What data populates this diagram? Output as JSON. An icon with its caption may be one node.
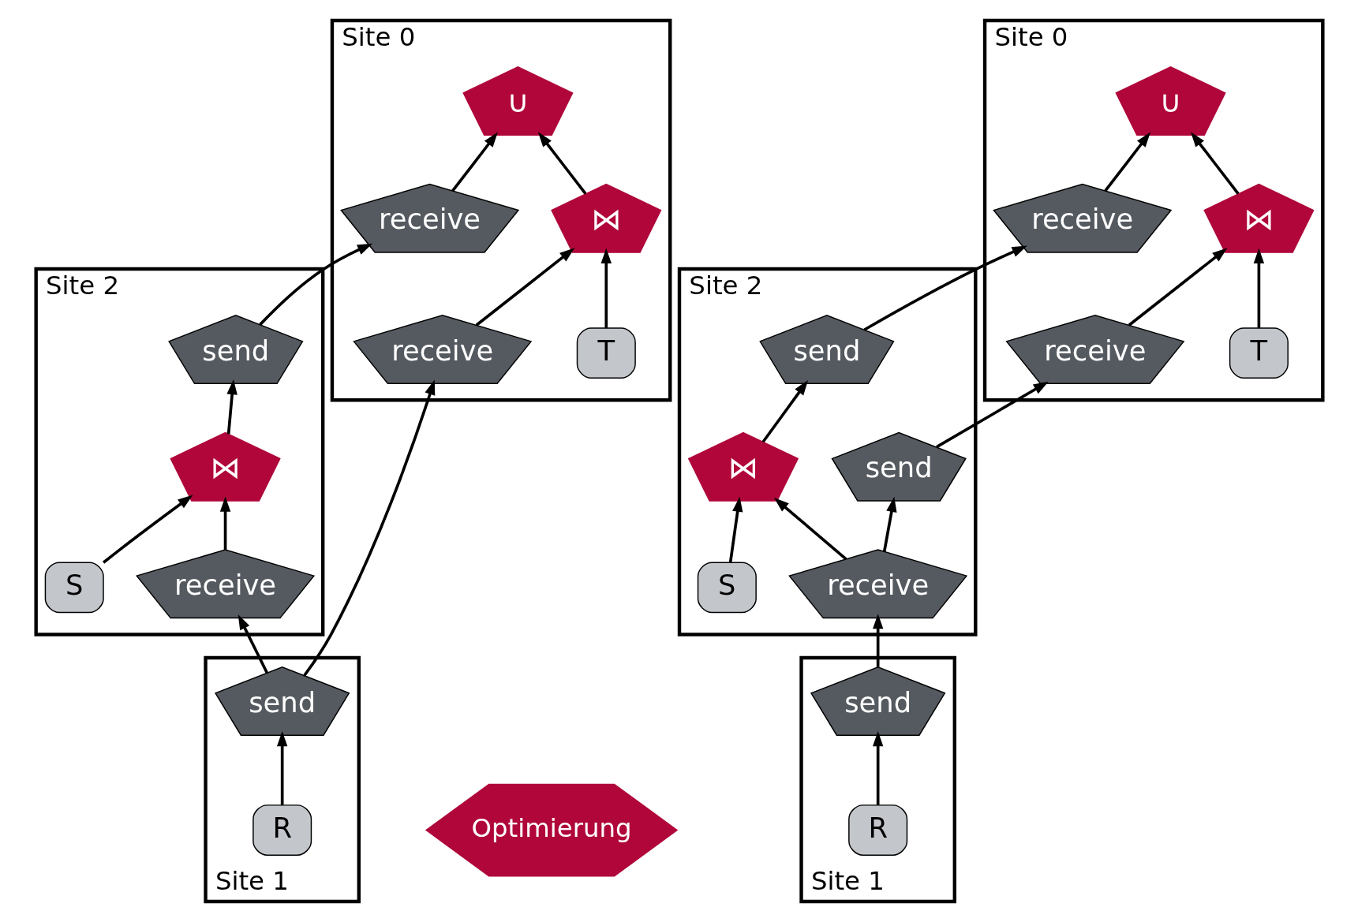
{
  "diagram": {
    "nodes": [
      {
        "text": [
          "Site 0"
        ]
      },
      {
        "text": [
          "∪"
        ],
        "in": 0
      },
      {
        "text": [
          "⋈"
        ],
        "in": 0
      },
      {
        "text": [
          "T"
        ],
        "in": 0
      },
      {
        "text": [
          "receive"
        ],
        "in": 0
      },
      {
        "text": [
          "receive"
        ],
        "in": 0
      },
      {
        "text": [
          "Site 2"
        ]
      },
      {
        "text": [
          "send"
        ],
        "in": 6
      },
      {
        "text": [
          "⋈"
        ],
        "in": 6
      },
      {
        "text": [
          "receive"
        ],
        "in": 6
      },
      {
        "text": [
          "S"
        ],
        "in": 6
      },
      {
        "text": [
          "Site 1"
        ]
      },
      {
        "text": [
          "send"
        ],
        "in": 11
      },
      {
        "text": [
          "R"
        ],
        "in": 11
      },
      {
        "text": [
          "Optimierung"
        ]
      },
      {
        "text": [
          "Site 0"
        ]
      },
      {
        "text": [
          "∪"
        ],
        "in": 15
      },
      {
        "text": [
          "⋈"
        ],
        "in": 15
      },
      {
        "text": [
          "T"
        ],
        "in": 15
      },
      {
        "text": [
          "receive"
        ],
        "in": 15
      },
      {
        "text": [
          "receive"
        ],
        "in": 15
      },
      {
        "text": [
          "Site 2"
        ]
      },
      {
        "text": [
          "send"
        ],
        "in": 21
      },
      {
        "text": [
          "send"
        ],
        "in": 21
      },
      {
        "text": [
          "⋈"
        ],
        "in": 21
      },
      {
        "text": [
          "receive"
        ],
        "in": 21
      },
      {
        "text": [
          "S"
        ],
        "in": 21
      },
      {
        "text": [
          "Site 1"
        ]
      },
      {
        "text": [
          "send"
        ],
        "in": 27
      },
      {
        "text": [
          "R"
        ],
        "in": 27
      }
    ],
    "edges": [
      {
        "from": 2,
        "to": 1,
        "arrow": "to"
      },
      {
        "from": 5,
        "to": 1,
        "arrow": "to"
      },
      {
        "from": 3,
        "to": 2,
        "arrow": "to"
      },
      {
        "from": 4,
        "to": 2,
        "arrow": "to"
      },
      {
        "from": 12,
        "to": 4,
        "arrow": "to"
      },
      {
        "from": 7,
        "to": 5,
        "arrow": "to"
      },
      {
        "from": 8,
        "to": 7,
        "arrow": "to"
      },
      {
        "from": 9,
        "to": 8,
        "arrow": "to"
      },
      {
        "from": 10,
        "to": 8,
        "arrow": "to"
      },
      {
        "from": 12,
        "to": 9,
        "arrow": "to"
      },
      {
        "from": 13,
        "to": 12,
        "arrow": "to"
      },
      {
        "from": 17,
        "to": 16,
        "arrow": "to"
      },
      {
        "from": 20,
        "to": 16,
        "arrow": "to"
      },
      {
        "from": 18,
        "to": 17,
        "arrow": "to"
      },
      {
        "from": 19,
        "to": 17,
        "arrow": "to"
      },
      {
        "from": 22,
        "to": 19,
        "arrow": "to"
      },
      {
        "from": 23,
        "to": 20,
        "arrow": "to"
      },
      {
        "from": 25,
        "to": 22,
        "arrow": "to"
      },
      {
        "from": 24,
        "to": 23,
        "arrow": "to"
      },
      {
        "from": 25,
        "to": 24,
        "arrow": "to"
      },
      {
        "from": 26,
        "to": 24,
        "arrow": "to"
      },
      {
        "from": 28,
        "to": 25,
        "arrow": "to"
      },
      {
        "from": 29,
        "to": 28,
        "arrow": "to"
      }
    ]
  }
}
